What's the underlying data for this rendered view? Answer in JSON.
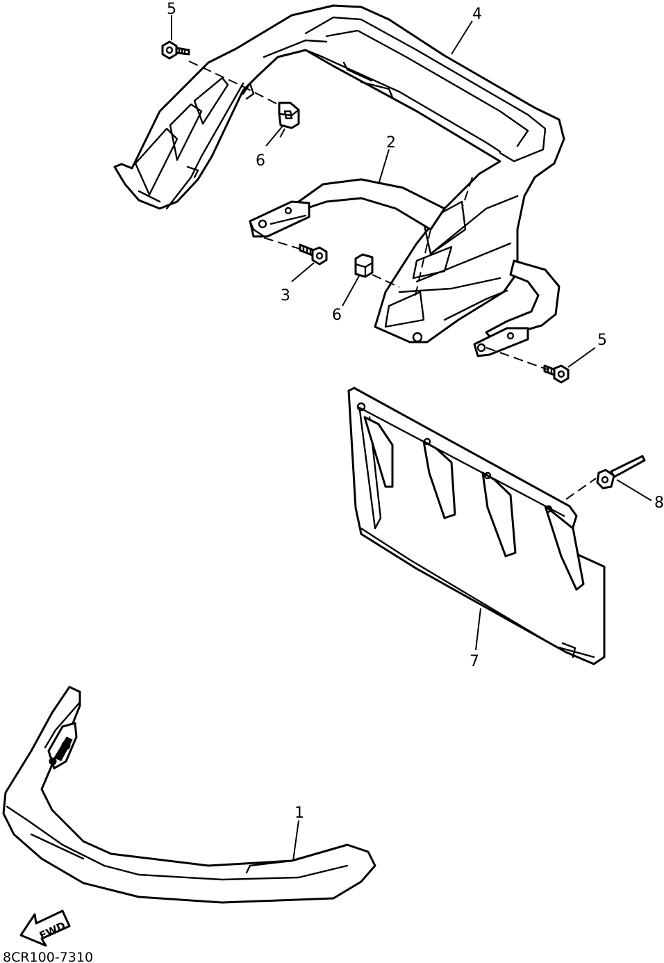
{
  "callouts": [
    {
      "number": "5"
    },
    {
      "number": "4"
    },
    {
      "number": "6"
    },
    {
      "number": "2"
    },
    {
      "number": "3"
    },
    {
      "number": "6"
    },
    {
      "number": "5"
    },
    {
      "number": "8"
    },
    {
      "number": "7"
    },
    {
      "number": "1"
    }
  ],
  "fwd_label": "FWD",
  "diagram_code": "8CR100-7310",
  "colors": {
    "line": "#000000",
    "background": "#ffffff"
  }
}
